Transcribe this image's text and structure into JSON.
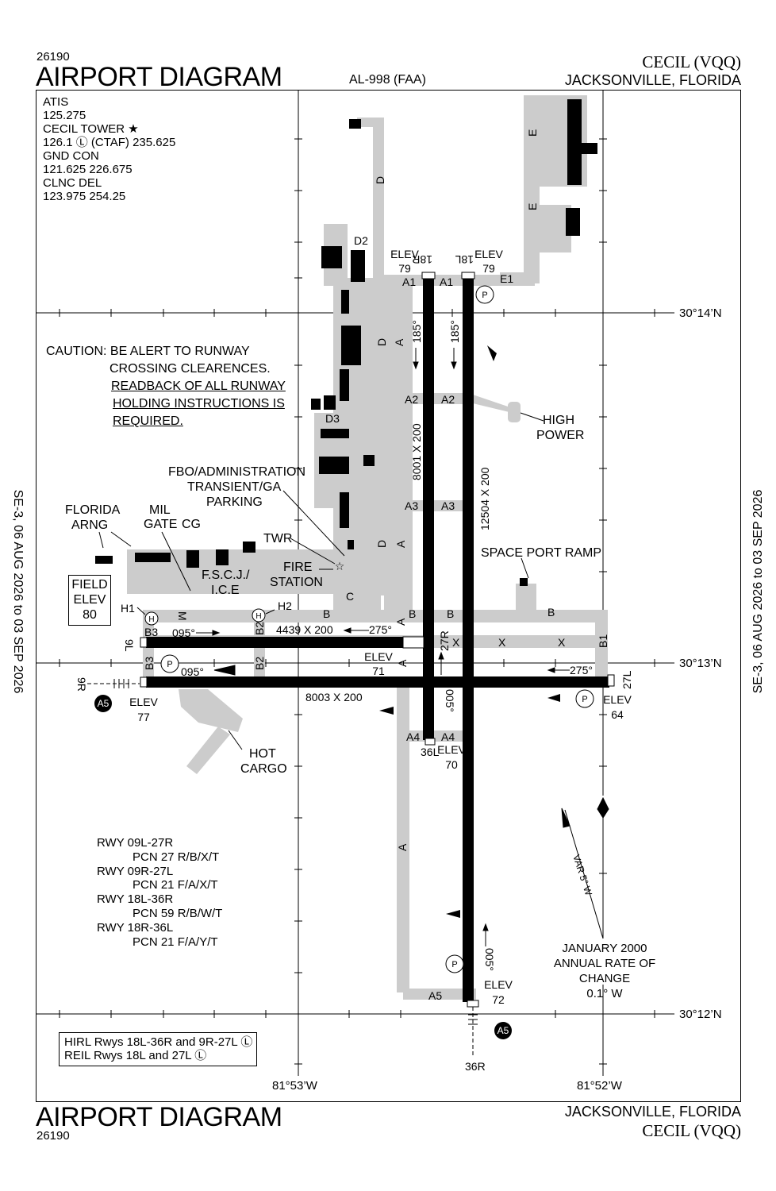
{
  "header": {
    "procedure_number": "26190",
    "title": "AIRPORT DIAGRAM",
    "chart_id": "AL-998 (FAA)",
    "airport": "CECIL (VQQ)",
    "city": "JACKSONVILLE, FLORIDA"
  },
  "footer": {
    "title": "AIRPORT DIAGRAM",
    "procedure_number": "26190",
    "city": "JACKSONVILLE, FLORIDA",
    "airport": "CECIL (VQQ)"
  },
  "margin": {
    "left": "SE-3,  06 AUG 2026  to  03 SEP 2026",
    "right": "SE-3,  06 AUG 2026  to  03 SEP 2026"
  },
  "comms": [
    "ATIS",
    "125.275",
    "CECIL TOWER ★",
    "126.1 Ⓛ (CTAF) 235.625",
    "GND CON",
    "121.625  226.675",
    "CLNC DEL",
    "123.975  254.25"
  ],
  "caution": {
    "line1": "CAUTION: BE ALERT TO RUNWAY",
    "line2": "CROSSING CLEARENCES.",
    "line3": "READBACK OF ALL RUNWAY",
    "line4": "HOLDING INSTRUCTIONS IS",
    "line5": "REQUIRED."
  },
  "field_elev": {
    "label1": "FIELD",
    "label2": "ELEV",
    "value": "80"
  },
  "coordinates": {
    "lat_top": "30°14’N",
    "lat_mid": "30°13’N",
    "lat_bottom": "30°12’N",
    "lon_left": "81°53’W",
    "lon_right": "81°52’W"
  },
  "pcn": [
    "RWY 09L-27R",
    "PCN 27 R/B/X/T",
    "RWY 09R-27L",
    "PCN 21 F/A/X/T",
    "RWY 18L-36R",
    "PCN 59 R/B/W/T",
    "RWY 18R-36L",
    "PCN 21 F/A/Y/T"
  ],
  "lighting": {
    "line1": "HIRL Rwys 18L-36R and 9R-27L Ⓛ",
    "line2": "REIL Rwys 18L and 27L Ⓛ"
  },
  "magnetic": {
    "var": "VAR 5° W",
    "date": "JANUARY 2000",
    "label": "ANNUAL RATE OF CHANGE",
    "rate": "0.1° W"
  },
  "runways": {
    "r18r_dim": "8001 X 200",
    "r18l_dim": "12504 X 200",
    "r09l_dim": "4439 X 200",
    "r09r_dim": "8003 X 200",
    "hdg_185": "185°",
    "hdg_005": "005°",
    "hdg_095": "095°",
    "hdg_275": "275°",
    "end_18r": "18R",
    "end_18l": "18L",
    "end_36l": "36L",
    "end_36r": "36R",
    "end_9l": "9L",
    "end_9r": "9R",
    "end_27r": "27R",
    "end_27l": "27L"
  },
  "elevations": {
    "elev_label": "ELEV",
    "e79": "79",
    "e71": "71",
    "e77": "77",
    "e70": "70",
    "e64": "64",
    "e72": "72"
  },
  "taxiways": {
    "A": "A",
    "A1": "A1",
    "A2": "A2",
    "A3": "A3",
    "A4": "A4",
    "A5": "A5",
    "B": "B",
    "B1": "B1",
    "B2": "B2",
    "B3": "B3",
    "C": "C",
    "D": "D",
    "D2": "D2",
    "D3": "D3",
    "E": "E",
    "E1": "E1",
    "M": "M",
    "X": "X",
    "H1": "H1",
    "H2": "H2"
  },
  "labels": {
    "fbo1": "FBO/ADMINISTRATION",
    "fbo2": "TRANSIENT/GA",
    "fbo3": "PARKING",
    "florida1": "FLORIDA",
    "florida2": "ARNG",
    "mil1": "MIL",
    "mil2": "GATE",
    "cg": "CG",
    "twr": "TWR",
    "fire1": "FIRE",
    "fire2": "STATION",
    "fscj1": "F.S.C.J./",
    "fscj2": "I.C.E",
    "high1": "HIGH",
    "high2": "POWER",
    "space": "SPACE PORT RAMP",
    "hot1": "HOT",
    "hot2": "CARGO",
    "p": "P",
    "h": "H"
  }
}
